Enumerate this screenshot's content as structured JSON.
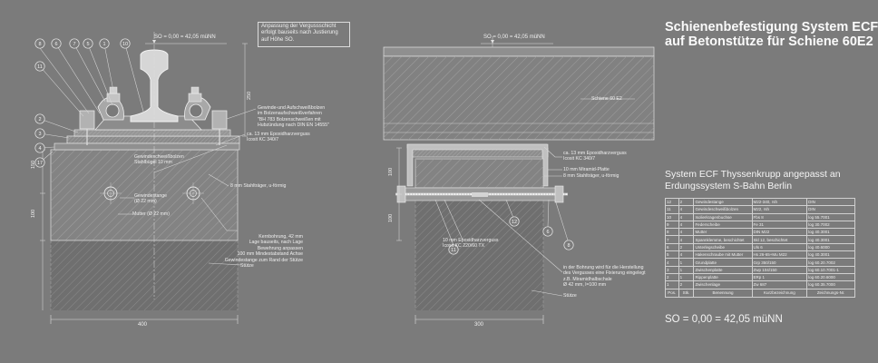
{
  "title": {
    "line1": "Schienenbefestigung System ECF",
    "line2": "auf Betonstütze für Schiene 60E2"
  },
  "subtitle": {
    "line1": "System ECF Thyssenkrupp angepasst an",
    "line2": "Erdungssystem S-Bahn Berlin"
  },
  "level_label": "SO = 0,00 = 42,05 müNN",
  "level_small": "SO = 0,00 = 42,05 müNN",
  "note_box": [
    "Anpassung der Vergussschicht",
    "erfolgt bauseits nach Justierung",
    "auf Höhe SO."
  ],
  "left_annotations": {
    "bolt": [
      "Gewinde-und Aufschweißbolzen",
      "im Bolzenaufschweißverfahren",
      "\"BH 783 Bolzenschweißen mit",
      "Hubzündung nach DIN EN 14555\""
    ],
    "grout": [
      "ca. 13 mm Epoxidharzverguss",
      "Icosit KC 340/7"
    ],
    "bracket": [
      "8 mm Stahlträger, u-förmig"
    ],
    "core": [
      "Kernbohrung, 42 mm",
      "Lage bauseits, nach Lage",
      "Bewehrung anpassen",
      "100 mm Mindestabstand Achse",
      "Gewindestange zum Rand der Stütze"
    ],
    "column": [
      "Stütze"
    ],
    "anchor1": [
      "Gewindestange",
      "(Ø 22 mm)"
    ],
    "anchor2": [
      "Mutter (Ø 22 mm)"
    ],
    "hatch_note": [
      "Gewindeschweißbolzen",
      "Stahlbügel 10 mm"
    ]
  },
  "right_annotations": {
    "rail": [
      "Schiene 60 E2"
    ],
    "grout": [
      "ca. 13 mm Epoxidharzverguss",
      "Icosit KC 340/7"
    ],
    "plate": [
      "10 mm Miramid-Platte"
    ],
    "bracket": [
      "8 mm Stahlträger, u-förmig"
    ],
    "grout2": [
      "10 mm Epoxidharzverguss",
      "Icosit KC 220/60 TX"
    ],
    "drill": [
      "in der Bohrung wird für die Herstellung",
      "des Vergusses eine Fixierung eingelegt",
      "z.B. Miramidhalbschale",
      "Ø 42 mm, l=100 mm"
    ],
    "column": [
      "Stütze"
    ]
  },
  "dimensions": {
    "left_width": "400",
    "right_width": "300",
    "left_h1": "150",
    "left_h2": "100",
    "left_h3": "100",
    "left_top": "250",
    "right_h1": "100",
    "right_h2": "100"
  },
  "left_bubbles": [
    "8",
    "6",
    "7",
    "5",
    "1",
    "10",
    "11",
    "2",
    "3",
    "4",
    "17"
  ],
  "right_bubbles": [
    "12",
    "6",
    "8",
    "11"
  ],
  "parts_table": {
    "rows": [
      [
        "12",
        "2",
        "Gewindestange",
        "M22-340, rsh",
        "DIN"
      ],
      [
        "11",
        "4",
        "Gewindeschweißbolzen",
        "M22, rsh",
        "DIN"
      ],
      [
        "10",
        "4",
        "Isolierkragenbuchse",
        "Fbs 8",
        "log 55.7001"
      ],
      [
        "9",
        "4",
        "Federscheibe",
        "Fe 31",
        "log 30.7002"
      ],
      [
        "8",
        "4",
        "Mutter",
        "DIN M22",
        "log 40.3001"
      ],
      [
        "7",
        "4",
        "Spannklemme, beschichtet",
        "Skl 12, beschichtet",
        "log 40.3001"
      ],
      [
        "6",
        "2",
        "Unterlegscheibe",
        "Uls 6",
        "log 40.6000"
      ],
      [
        "5",
        "4",
        "Hakenschraube mit Mutter",
        "Hs 26-65+Mu M22",
        "log 40.3001"
      ],
      [
        "4",
        "1",
        "Grundplatte",
        "Grp 350/150",
        "log 60.20.7002"
      ],
      [
        "3",
        "1",
        "Zwischenplatte",
        "Zwp 104/150",
        "log 60.10.7001-1"
      ],
      [
        "2",
        "1",
        "Rippenplatte",
        "ERp 1",
        "log 60.20.6000"
      ],
      [
        "1",
        "2",
        "Zwischenlage",
        "Zw 687",
        "log 60.35.7000"
      ]
    ],
    "header": [
      "Pos.",
      "Stk.",
      "Benennung",
      "Kurzbezeichnung",
      "Zeichnungs-Nr."
    ]
  }
}
